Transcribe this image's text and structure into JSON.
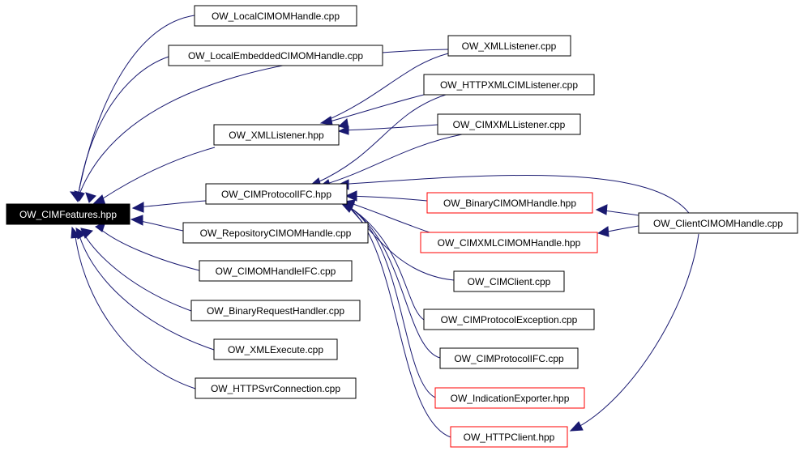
{
  "diagram": {
    "nodes": [
      {
        "id": "root",
        "label": "OW_CIMFeatures.hpp",
        "style": "root"
      },
      {
        "id": "localcimom",
        "label": "OW_LocalCIMOMHandle.cpp",
        "style": "black"
      },
      {
        "id": "localembedded",
        "label": "OW_LocalEmbeddedCIMOMHandle.cpp",
        "style": "black"
      },
      {
        "id": "xmllistener_hpp",
        "label": "OW_XMLListener.hpp",
        "style": "black"
      },
      {
        "id": "cimprotocolifc_hpp",
        "label": "OW_CIMProtocolIFC.hpp",
        "style": "black"
      },
      {
        "id": "repository",
        "label": "OW_RepositoryCIMOMHandle.cpp",
        "style": "black"
      },
      {
        "id": "cimomhandleifc",
        "label": "OW_CIMOMHandleIFC.cpp",
        "style": "black"
      },
      {
        "id": "binaryrequest",
        "label": "OW_BinaryRequestHandler.cpp",
        "style": "black"
      },
      {
        "id": "xmlexecute",
        "label": "OW_XMLExecute.cpp",
        "style": "black"
      },
      {
        "id": "httpssvr",
        "label": "OW_HTTPSvrConnection.cpp",
        "style": "black"
      },
      {
        "id": "xmllistener_cpp",
        "label": "OW_XMLListener.cpp",
        "style": "black"
      },
      {
        "id": "httpxmlcim",
        "label": "OW_HTTPXMLCIMListener.cpp",
        "style": "black"
      },
      {
        "id": "cimxmllistener",
        "label": "OW_CIMXMLListener.cpp",
        "style": "black"
      },
      {
        "id": "binarycimom",
        "label": "OW_BinaryCIMOMHandle.hpp",
        "style": "red"
      },
      {
        "id": "cimxmlcimom",
        "label": "OW_CIMXMLCIMOMHandle.hpp",
        "style": "red"
      },
      {
        "id": "cimclient",
        "label": "OW_CIMClient.cpp",
        "style": "black"
      },
      {
        "id": "cimprotexc",
        "label": "OW_CIMProtocolException.cpp",
        "style": "black"
      },
      {
        "id": "cimprotocolifc_cpp",
        "label": "OW_CIMProtocolIFC.cpp",
        "style": "black"
      },
      {
        "id": "indication",
        "label": "OW_IndicationExporter.hpp",
        "style": "red"
      },
      {
        "id": "httpclient",
        "label": "OW_HTTPClient.hpp",
        "style": "red"
      },
      {
        "id": "clientcimom",
        "label": "OW_ClientCIMOMHandle.cpp",
        "style": "black"
      }
    ],
    "edges": [
      {
        "from": "localcimom",
        "to": "root"
      },
      {
        "from": "localembedded",
        "to": "root"
      },
      {
        "from": "xmllistener_hpp",
        "to": "root"
      },
      {
        "from": "cimprotocolifc_hpp",
        "to": "root"
      },
      {
        "from": "repository",
        "to": "root"
      },
      {
        "from": "cimomhandleifc",
        "to": "root"
      },
      {
        "from": "binaryrequest",
        "to": "root"
      },
      {
        "from": "xmlexecute",
        "to": "root"
      },
      {
        "from": "httpssvr",
        "to": "root"
      },
      {
        "from": "xmllistener_cpp",
        "to": "root"
      },
      {
        "from": "xmllistener_cpp",
        "to": "xmllistener_hpp"
      },
      {
        "from": "httpxmlcim",
        "to": "xmllistener_hpp"
      },
      {
        "from": "cimxmllistener",
        "to": "xmllistener_hpp"
      },
      {
        "from": "httpxmlcim",
        "to": "cimprotocolifc_hpp"
      },
      {
        "from": "cimxmllistener",
        "to": "cimprotocolifc_hpp"
      },
      {
        "from": "binarycimom",
        "to": "cimprotocolifc_hpp"
      },
      {
        "from": "cimxmlcimom",
        "to": "cimprotocolifc_hpp"
      },
      {
        "from": "cimclient",
        "to": "cimprotocolifc_hpp"
      },
      {
        "from": "cimprotexc",
        "to": "cimprotocolifc_hpp"
      },
      {
        "from": "cimprotocolifc_cpp",
        "to": "cimprotocolifc_hpp"
      },
      {
        "from": "indication",
        "to": "cimprotocolifc_hpp"
      },
      {
        "from": "httpclient",
        "to": "cimprotocolifc_hpp"
      },
      {
        "from": "clientcimom",
        "to": "cimprotocolifc_hpp"
      },
      {
        "from": "clientcimom",
        "to": "binarycimom"
      },
      {
        "from": "clientcimom",
        "to": "cimxmlcimom"
      },
      {
        "from": "clientcimom",
        "to": "httpclient"
      }
    ]
  }
}
